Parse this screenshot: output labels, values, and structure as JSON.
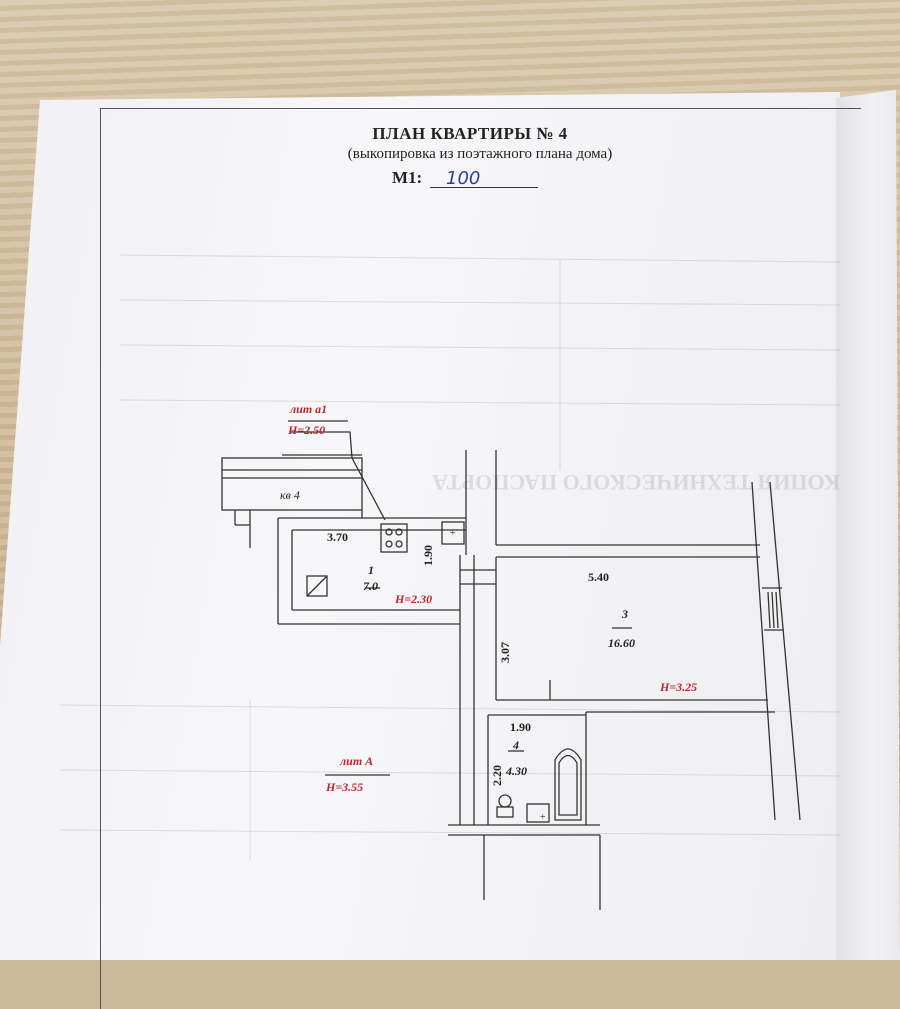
{
  "document": {
    "title": "ПЛАН КВАРТИРЫ № 4",
    "subtitle": "(выкопировка из поэтажного плана дома)",
    "scale_label": "М1:",
    "scale_value": "100"
  },
  "plan": {
    "annex": {
      "name": "лит а1",
      "height": "Н=2.50"
    },
    "neighbor_label": "кв 4",
    "main_building": {
      "name": "лит А",
      "height": "Н=3.55"
    },
    "rooms": [
      {
        "number": "1",
        "area": "7.0",
        "height": "Н=2.30",
        "dims": [
          "3.70",
          "1.90"
        ]
      },
      {
        "number": "3",
        "area": "16.60",
        "height": "Н=3.25",
        "dims": [
          "5.40",
          "3.07"
        ]
      },
      {
        "number": "4",
        "area": "4.30",
        "dims": [
          "1.90",
          "2.20"
        ]
      }
    ]
  },
  "colors": {
    "paper": "#f3f3f5",
    "line": "#333333",
    "annotation_red": "#c0262c",
    "handwriting_blue": "#2a3fa0"
  }
}
